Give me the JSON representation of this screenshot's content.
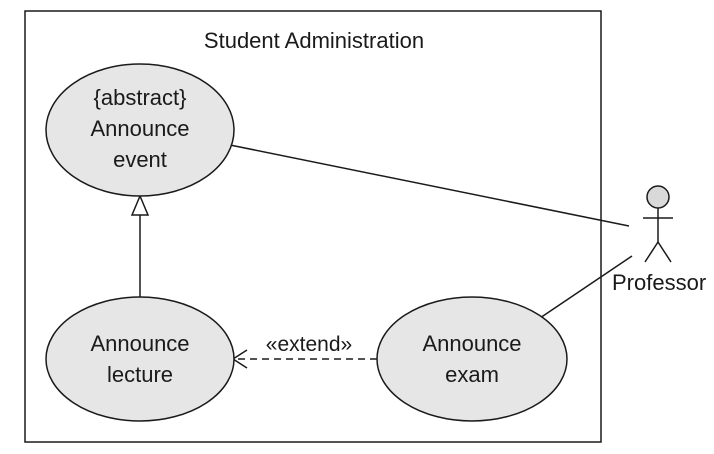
{
  "system": {
    "title": "Student Administration"
  },
  "use_cases": {
    "announce_event": {
      "stereotype": "{abstract}",
      "line1": "Announce",
      "line2": "event"
    },
    "announce_lecture": {
      "line1": "Announce",
      "line2": "lecture"
    },
    "announce_exam": {
      "line1": "Announce",
      "line2": "exam"
    }
  },
  "actor": {
    "name": "Professor"
  },
  "relations": {
    "extend_label": "«extend»"
  },
  "colors": {
    "use_case_fill": "#e6e6e6",
    "line": "#1a1a1a",
    "actor_head_fill": "#d9d9d9",
    "background": "#ffffff"
  }
}
